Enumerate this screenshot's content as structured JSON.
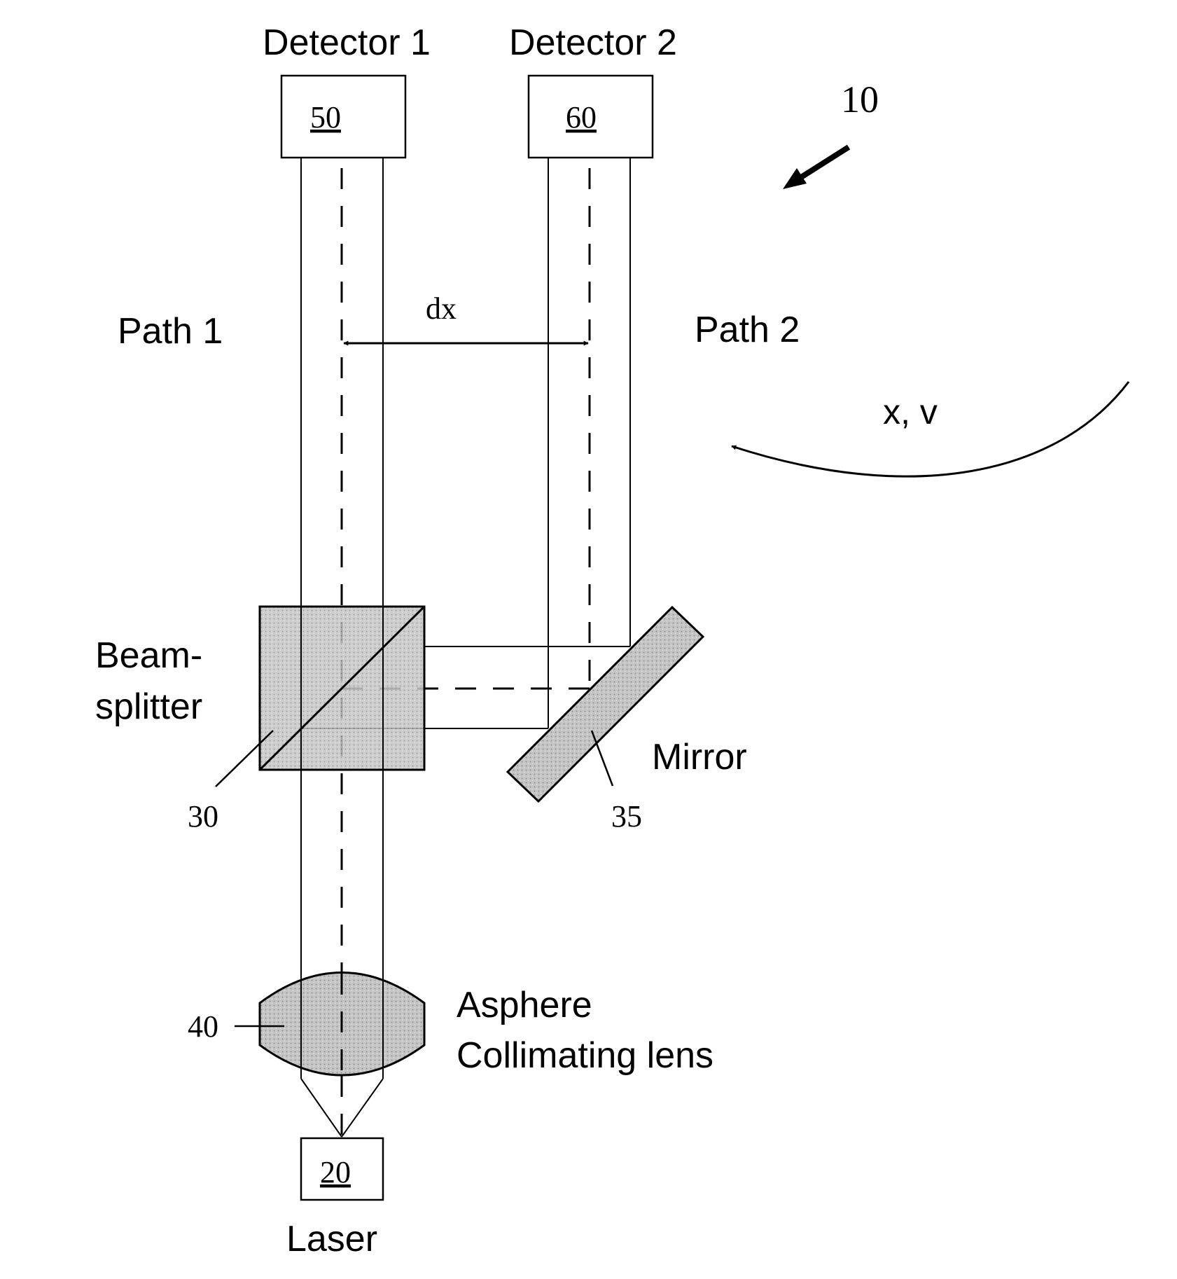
{
  "labels": {
    "detector1": "Detector 1",
    "detector2": "Detector 2",
    "path1": "Path 1",
    "path2": "Path 2",
    "dx": "dx",
    "motion": "x, v",
    "beamsplitter_line1": "Beam-",
    "beamsplitter_line2": "splitter",
    "mirror": "Mirror",
    "lens_line1": "Asphere",
    "lens_line2": "Collimating lens",
    "laser": "Laser"
  },
  "refs": {
    "system": "10",
    "laser": "20",
    "beamsplitter": "30",
    "mirror": "35",
    "lens": "40",
    "detector1": "50",
    "detector2": "60"
  },
  "colors": {
    "line": "#000000",
    "optic_fill": "#c9c9c9",
    "background": "#ffffff"
  }
}
